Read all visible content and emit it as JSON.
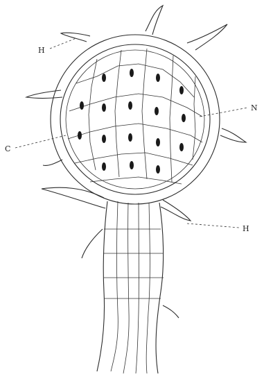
{
  "labels": {
    "h_top": "H",
    "n": "N",
    "c": "C",
    "h_right": "H"
  }
}
